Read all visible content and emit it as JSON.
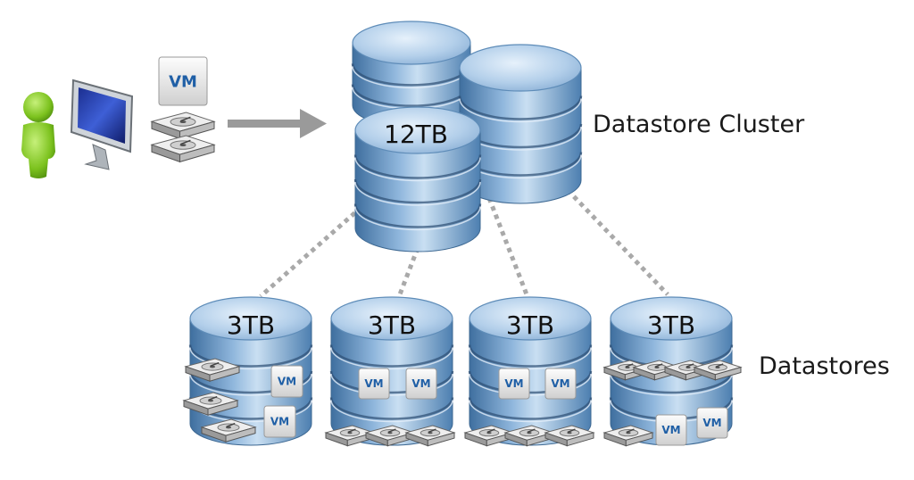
{
  "cluster": {
    "label": "Datastore Cluster",
    "capacity": "12TB"
  },
  "datastores": {
    "label": "Datastores",
    "items": [
      {
        "capacity": "3TB",
        "vms": 2,
        "disks": 3
      },
      {
        "capacity": "3TB",
        "vms": 2,
        "disks": 3
      },
      {
        "capacity": "3TB",
        "vms": 2,
        "disks": 3
      },
      {
        "capacity": "3TB",
        "vms": 2,
        "disks": 5
      }
    ]
  },
  "vm_label": "VM",
  "icons": [
    "user-icon",
    "monitor-icon",
    "vm-icon",
    "disk-icon",
    "arrow-icon",
    "database-icon"
  ],
  "colors": {
    "cylinder_top": "#b9d4ec",
    "cylinder_side": "#6f9fcd",
    "user": "#7cc21e",
    "arrow": "#9a9a9a",
    "connector": "#a9a9a9",
    "vm_text": "#1f5fa6"
  }
}
